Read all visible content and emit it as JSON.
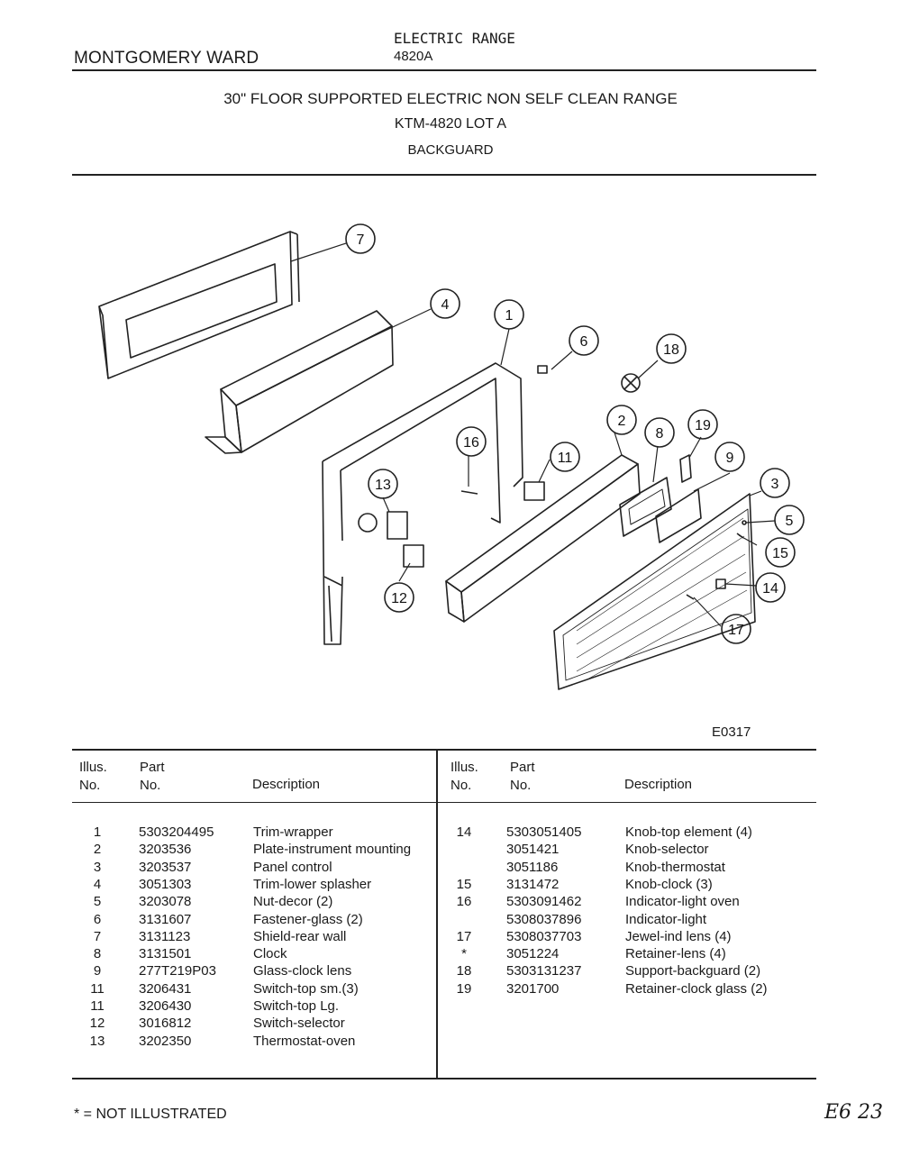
{
  "header": {
    "brand": "MONTGOMERY WARD",
    "product": "ELECTRIC RANGE",
    "model": "4820A"
  },
  "title": {
    "line1": "30\" FLOOR SUPPORTED ELECTRIC NON SELF CLEAN RANGE",
    "line2": "KTM-4820 LOT A",
    "line3": "BACKGUARD"
  },
  "diagram": {
    "figure_id": "E0317",
    "callouts": [
      "7",
      "4",
      "1",
      "6",
      "18",
      "2",
      "8",
      "19",
      "16",
      "11",
      "9",
      "3",
      "13",
      "5",
      "15",
      "14",
      "12",
      "17"
    ]
  },
  "table": {
    "headers": {
      "illus": [
        "Illus.",
        "No."
      ],
      "part": [
        "Part",
        "No."
      ],
      "description": "Description"
    },
    "left_rows": [
      {
        "illus": "1",
        "part": "5303204495",
        "desc": "Trim-wrapper"
      },
      {
        "illus": "2",
        "part": "3203536",
        "desc": "Plate-instrument mounting"
      },
      {
        "illus": "3",
        "part": "3203537",
        "desc": "Panel control"
      },
      {
        "illus": "4",
        "part": "3051303",
        "desc": "Trim-lower splasher"
      },
      {
        "illus": "5",
        "part": "3203078",
        "desc": "Nut-decor (2)"
      },
      {
        "illus": "6",
        "part": "3131607",
        "desc": "Fastener-glass (2)"
      },
      {
        "illus": "7",
        "part": "3131123",
        "desc": "Shield-rear wall"
      },
      {
        "illus": "8",
        "part": "3131501",
        "desc": "Clock"
      },
      {
        "illus": "9",
        "part": "277T219P03",
        "desc": "Glass-clock lens"
      },
      {
        "illus": "11",
        "part": "3206431",
        "desc": "Switch-top sm.(3)"
      },
      {
        "illus": "11",
        "part": "3206430",
        "desc": "Switch-top Lg."
      },
      {
        "illus": "12",
        "part": "3016812",
        "desc": "Switch-selector"
      },
      {
        "illus": "13",
        "part": "3202350",
        "desc": "Thermostat-oven"
      }
    ],
    "right_rows": [
      {
        "illus": "14",
        "part": "5303051405",
        "desc": "Knob-top element (4)"
      },
      {
        "illus": "",
        "part": "3051421",
        "desc": "Knob-selector"
      },
      {
        "illus": "",
        "part": "3051186",
        "desc": "Knob-thermostat"
      },
      {
        "illus": "15",
        "part": "3131472",
        "desc": "Knob-clock (3)"
      },
      {
        "illus": "16",
        "part": "5303091462",
        "desc": "Indicator-light oven"
      },
      {
        "illus": "",
        "part": "5308037896",
        "desc": "Indicator-light"
      },
      {
        "illus": "17",
        "part": "5308037703",
        "desc": "Jewel-ind lens (4)"
      },
      {
        "illus": "*",
        "part": "3051224",
        "desc": "Retainer-lens (4)"
      },
      {
        "illus": "18",
        "part": "5303131237",
        "desc": "Support-backguard (2)"
      },
      {
        "illus": "19",
        "part": "3201700",
        "desc": "Retainer-clock glass (2)"
      }
    ]
  },
  "footnote": "* = NOT ILLUSTRATED",
  "handwritten": "E6 23"
}
